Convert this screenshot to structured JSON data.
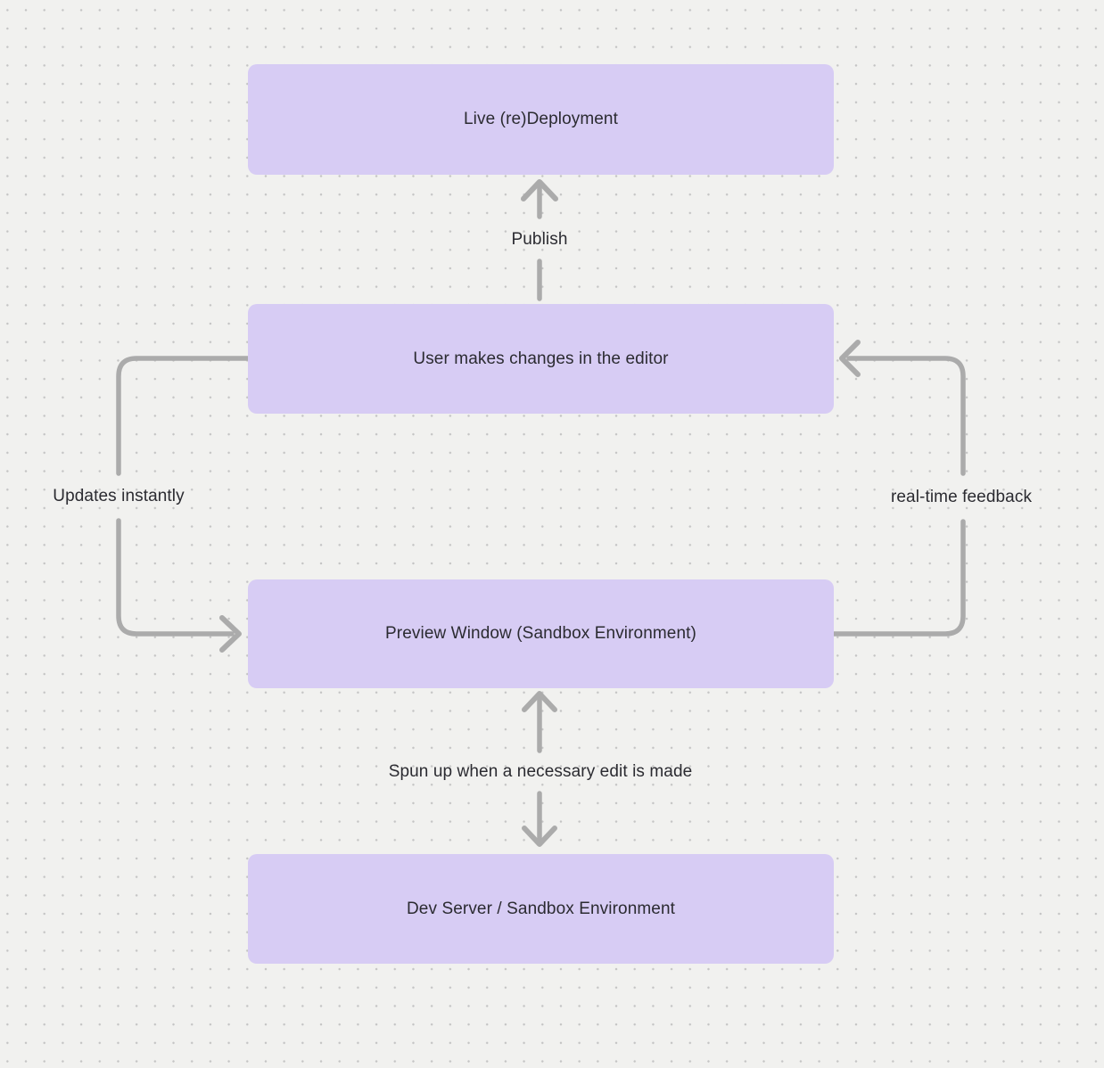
{
  "colors": {
    "background": "#f1f1ef",
    "dot": "#c4c4c4",
    "node_fill": "#d7ccf4",
    "connector": "#ababab",
    "text": "#2b2b31"
  },
  "diagram": {
    "type": "flowchart",
    "nodes": [
      {
        "label": "Live (re)Deployment"
      },
      {
        "label": "User makes changes in the editor"
      },
      {
        "label": "Preview Window (Sandbox Environment)"
      },
      {
        "label": "Dev Server / Sandbox Environment"
      }
    ],
    "edges": [
      {
        "label": "Publish",
        "from": "User makes changes in the editor",
        "to": "Live (re)Deployment",
        "direction": "up"
      },
      {
        "label": "Updates instantly",
        "from": "User makes changes in the editor",
        "to": "Preview Window (Sandbox Environment)",
        "direction": "left-then-down"
      },
      {
        "label": "real-time feedback",
        "from": "Preview Window (Sandbox Environment)",
        "to": "User makes changes in the editor",
        "direction": "right-then-up"
      },
      {
        "label": "Spun up when a necessary edit is made",
        "from": "Preview Window (Sandbox Environment)",
        "to": "Dev Server / Sandbox Environment",
        "direction": "bidirectional"
      }
    ]
  }
}
